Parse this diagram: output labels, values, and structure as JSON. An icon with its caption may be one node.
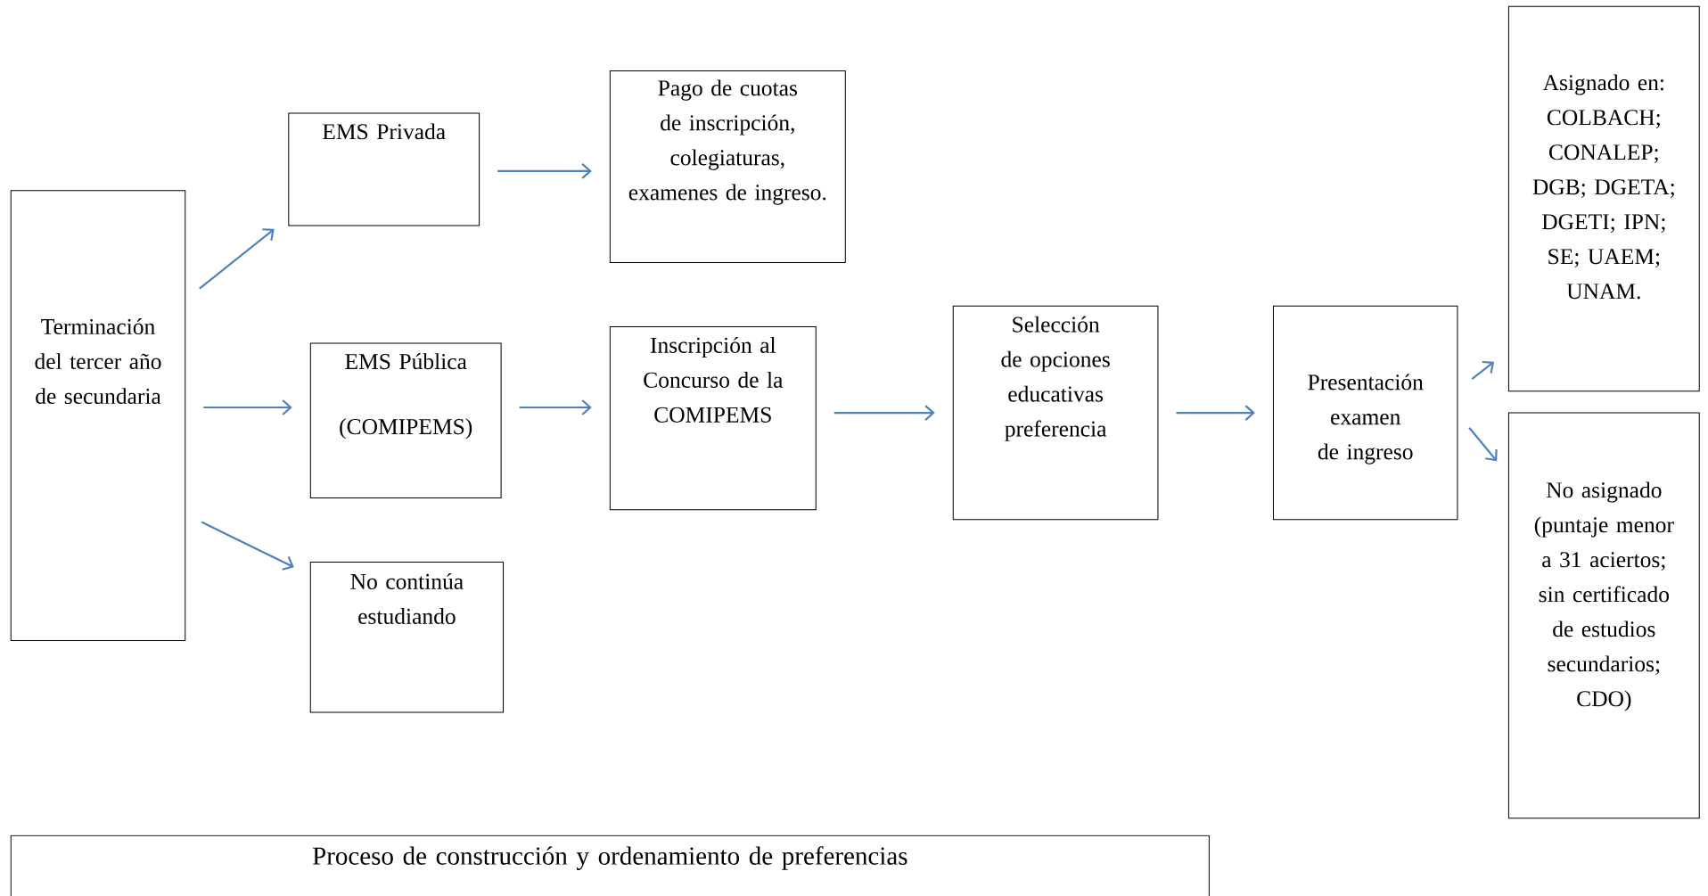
{
  "diagram": {
    "nodes": [
      {
        "text": [
          "Terminación del tercer año de secundaria"
        ]
      },
      {
        "text": [
          "EMS Privada"
        ]
      },
      {
        "text": [
          "Pago de cuotas de inscripción, colegiaturas, examenes de ingreso."
        ]
      },
      {
        "text": [
          "EMS Pública",
          "(COMIPEMS)"
        ]
      },
      {
        "text": [
          "Inscripción al Concurso de la COMIPEMS"
        ]
      },
      {
        "text": [
          "No continúa estudiando"
        ]
      },
      {
        "text": [
          "Selección de opciones educativas preferencia"
        ]
      },
      {
        "text": [
          "Presentación examen de ingreso"
        ]
      },
      {
        "text": [
          "Asignado en: COLBACH; CONALEP; DGB; DGETA; DGETI; IPN; SE; UAEM; UNAM."
        ]
      },
      {
        "text": [
          "No asignado (puntaje menor a 31 aciertos; sin certificado de estudios secundarios; CDO)"
        ]
      },
      {
        "text": [
          "Proceso de construcción y ordenamiento de preferencias"
        ]
      }
    ],
    "edges": [
      {
        "from": 0,
        "to": 1,
        "arrow": "to"
      },
      {
        "from": 0,
        "to": 3,
        "arrow": "to"
      },
      {
        "from": 0,
        "to": 5,
        "arrow": "to"
      },
      {
        "from": 1,
        "to": 2,
        "arrow": "to"
      },
      {
        "from": 3,
        "to": 4,
        "arrow": "to"
      },
      {
        "from": 4,
        "to": 6,
        "arrow": "to"
      },
      {
        "from": 6,
        "to": 7,
        "arrow": "to"
      },
      {
        "from": 7,
        "to": 8,
        "arrow": "to"
      },
      {
        "from": 7,
        "to": 9,
        "arrow": "to"
      }
    ]
  }
}
